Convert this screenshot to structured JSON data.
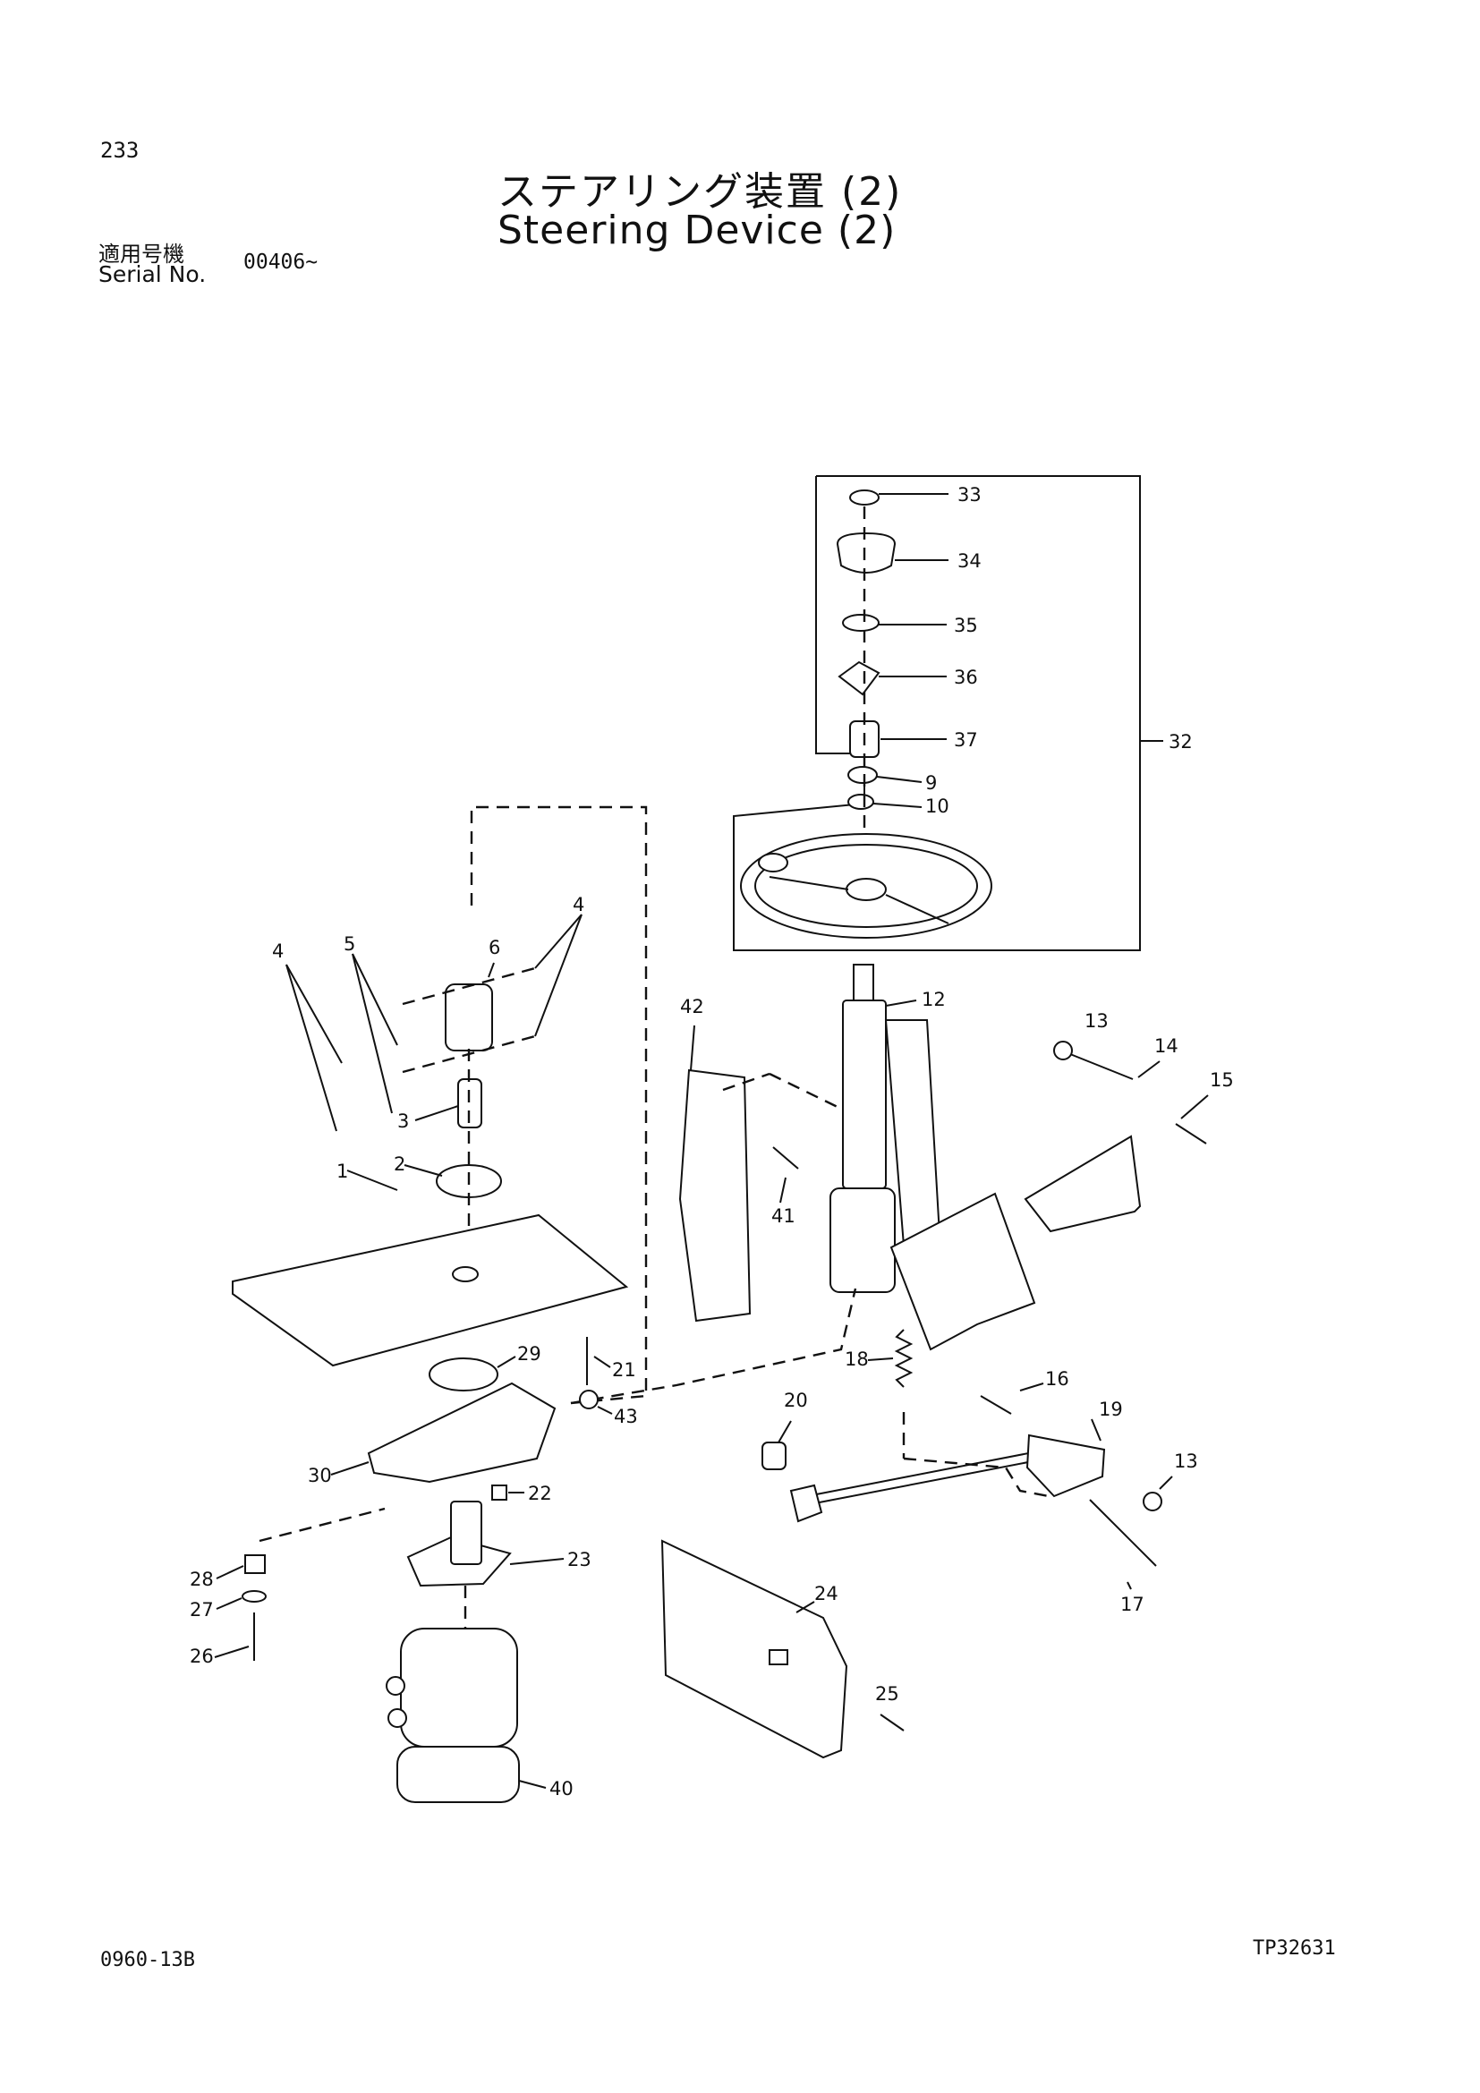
{
  "header": {
    "page_number": "233",
    "title_jp": "ステアリング装置 (2)",
    "title_en": "Steering Device (2)",
    "serial_label_jp": "適用号機",
    "serial_label_en": "Serial No.",
    "serial_value": "00406~"
  },
  "footer": {
    "left_code": "0960-13B",
    "right_code": "TP32631"
  },
  "callouts": {
    "c1": "1",
    "c2": "2",
    "c3": "3",
    "c4a": "4",
    "c4b": "4",
    "c5": "5",
    "c6": "6",
    "c9": "9",
    "c10": "10",
    "c12": "12",
    "c13a": "13",
    "c13b": "13",
    "c14": "14",
    "c15": "15",
    "c16": "16",
    "c17": "17",
    "c18": "18",
    "c19": "19",
    "c20": "20",
    "c21": "21",
    "c22": "22",
    "c23": "23",
    "c24": "24",
    "c25": "25",
    "c26": "26",
    "c27": "27",
    "c28": "28",
    "c29": "29",
    "c30": "30",
    "c32": "32",
    "c33": "33",
    "c34": "34",
    "c35": "35",
    "c36": "36",
    "c37": "37",
    "c40": "40",
    "c41": "41",
    "c42": "42",
    "c43": "43"
  }
}
